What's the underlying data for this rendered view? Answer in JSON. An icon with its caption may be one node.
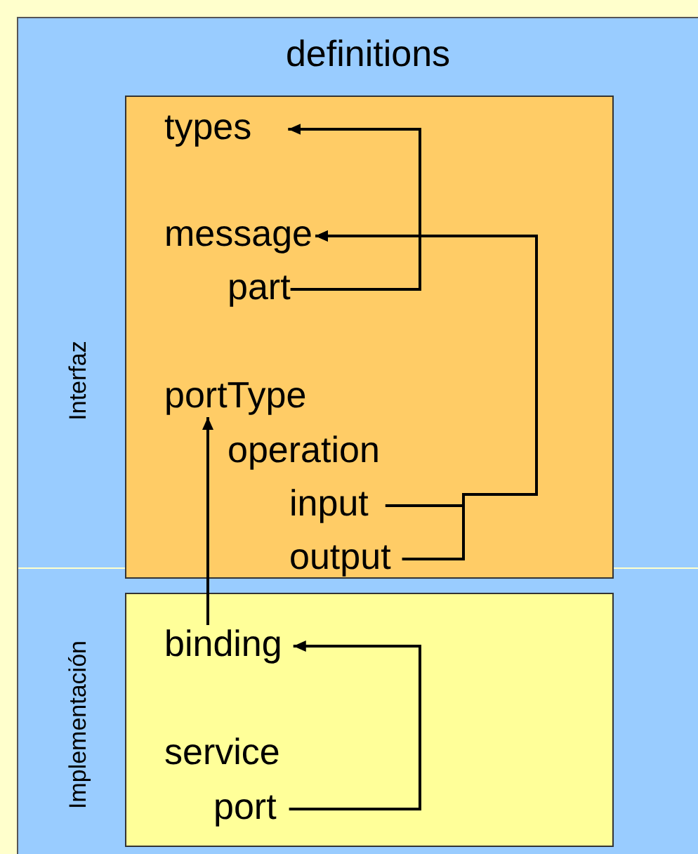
{
  "diagram": {
    "nodes": [
      {
        "text": [
          "definitions"
        ]
      },
      {
        "text": [],
        "shape": "box",
        "in": 0
      },
      {
        "text": [],
        "shape": "box",
        "in": 0
      },
      {
        "text": [
          "types"
        ],
        "in": 1
      },
      {
        "text": [
          "message"
        ],
        "in": 1
      },
      {
        "text": [
          "part"
        ],
        "in": 1
      },
      {
        "text": [
          "portType"
        ],
        "in": 1
      },
      {
        "text": [
          "operation"
        ],
        "in": 1
      },
      {
        "text": [
          "input"
        ],
        "in": 1
      },
      {
        "text": [
          "output"
        ],
        "in": 1
      },
      {
        "text": [
          "binding"
        ],
        "in": 2
      },
      {
        "text": [
          "service"
        ],
        "in": 2
      },
      {
        "text": [
          "port"
        ],
        "in": 2
      }
    ],
    "edges": [
      {
        "from": 5,
        "to": 3,
        "arrow": "to"
      },
      {
        "from": 8,
        "to": 4,
        "arrow": "to"
      },
      {
        "from": 9,
        "to": 4,
        "arrow": "to"
      },
      {
        "from": 10,
        "to": 6,
        "arrow": "to"
      },
      {
        "from": 12,
        "to": 10,
        "arrow": "to"
      }
    ],
    "labels": [
      "Interfaz",
      "Implementación"
    ]
  }
}
